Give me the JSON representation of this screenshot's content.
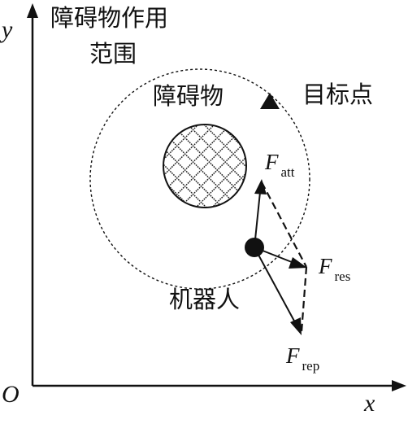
{
  "axes": {
    "x_label": "x",
    "y_label": "y",
    "origin_label": "O"
  },
  "labels": {
    "influence_range_line1": "障碍物作用",
    "influence_range_line2": "范围",
    "obstacle": "障碍物",
    "target": "目标点",
    "robot": "机器人"
  },
  "forces": {
    "attractive": {
      "main": "F",
      "sub": "att"
    },
    "resultant": {
      "main": "F",
      "sub": "res"
    },
    "repulsive": {
      "main": "F",
      "sub": "rep"
    }
  },
  "colors": {
    "ink": "#111111",
    "background": "#ffffff"
  }
}
